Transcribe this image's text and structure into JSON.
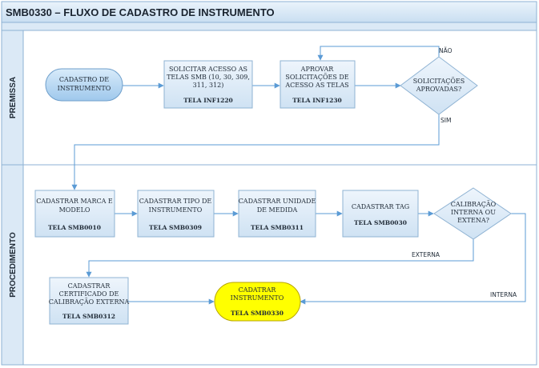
{
  "title": "SMB0330 – FLUXO DE CADASTRO DE INSTRUMENTO",
  "lanes": {
    "premissa": "PREMISSA",
    "procedimento": "PROCEDIMENTO"
  },
  "nodes": {
    "cadastro_instrumento": [
      "CADASTRO DE",
      "INSTRUMENTO"
    ],
    "solicitar_acesso": {
      "lines": [
        "SOLICITAR ACESSO AS",
        "TELAS SMB (10, 30, 309,",
        "311, 312)"
      ],
      "screen": "TELA INF1220"
    },
    "aprovar_solicitacoes": {
      "lines": [
        "APROVAR",
        "SOLICITAÇÕES DE",
        "ACESSO AS TELAS"
      ],
      "screen": "TELA INF1230"
    },
    "solicitacoes_aprovadas": [
      "SOLICITAÇÕES",
      "APROVADAS?"
    ],
    "cadastrar_marca": {
      "lines": [
        "CADASTRAR MARCA E",
        "MODELO"
      ],
      "screen": "TELA SMB0010"
    },
    "cadastrar_tipo": {
      "lines": [
        "CADASTRAR TIPO DE",
        "INSTRUMENTO"
      ],
      "screen": "TELA SMB0309"
    },
    "cadastrar_unidade": {
      "lines": [
        "CADASTRAR UNIDADE",
        "DE MEDIDA"
      ],
      "screen": "TELA SMB0311"
    },
    "cadastrar_tag": {
      "lines": [
        "CADASTRAR TAG"
      ],
      "screen": "TELA SMB0030"
    },
    "calibracao": [
      "CALIBRAÇÃO",
      "INTERNA OU",
      "EXTENA?"
    ],
    "cadastrar_certificado": {
      "lines": [
        "CADASTRAR",
        "CERTIFICADO DE",
        "CALIBRAÇÃO EXTERNA"
      ],
      "screen": "TELA SMB0312"
    },
    "cadatrar_instrumento": {
      "lines": [
        "CADATRAR",
        "INSTRUMENTO"
      ],
      "screen": "TELA SMB0330"
    }
  },
  "edge_labels": {
    "nao": "NÃO",
    "sim": "SIM",
    "externa": "EXTERNA",
    "interna": "INTERNA"
  },
  "colors": {
    "frame_fill": "#dbe9f6",
    "frame_border": "#8eb2d4",
    "box_fill": "#dbe9f6",
    "box_fill_top": "#e9f2fb",
    "box_border": "#8fb3d3",
    "terminal_start": "#b8d8f2",
    "terminal_end": "#ffff00",
    "terminal_end_border": "#b8a600",
    "lines": "#5b9bd5",
    "title_text": "#1a2430"
  }
}
